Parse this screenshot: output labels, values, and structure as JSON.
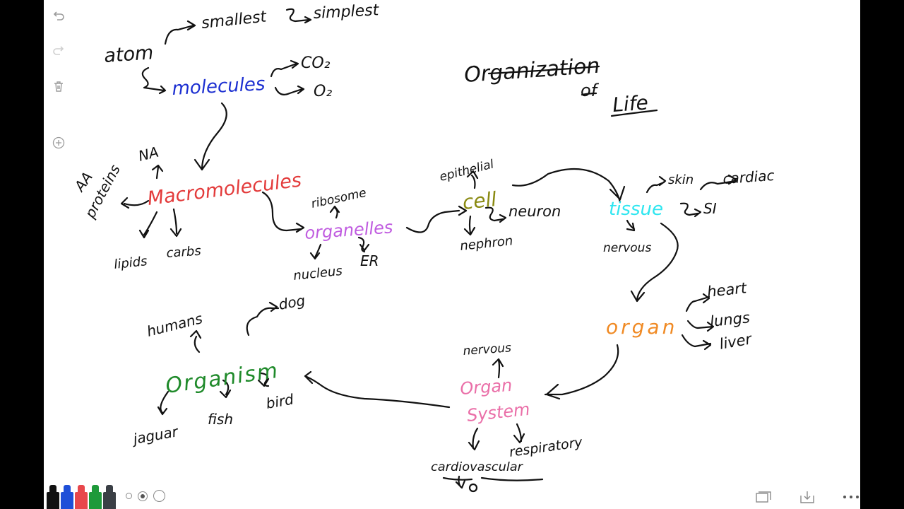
{
  "toolbar": {
    "tools": [
      {
        "name": "undo-icon"
      },
      {
        "name": "redo-icon"
      },
      {
        "name": "trash-icon"
      },
      {
        "name": "add-page-icon"
      }
    ],
    "pens": [
      {
        "name": "black-marker",
        "color": "#111111"
      },
      {
        "name": "blue-marker",
        "color": "#1f4fd8"
      },
      {
        "name": "red-marker",
        "color": "#e8474b"
      },
      {
        "name": "green-marker",
        "color": "#1e9a3a"
      },
      {
        "name": "eraser",
        "color": "#3a3f45"
      }
    ],
    "sizes": [
      "small",
      "medium",
      "large"
    ],
    "selected_size": "medium",
    "right_tools": [
      {
        "name": "pages-icon"
      },
      {
        "name": "export-icon"
      },
      {
        "name": "more-icon"
      }
    ]
  },
  "notes": {
    "title": [
      "Organization",
      "of",
      "Life"
    ],
    "atom": "atom",
    "smallest": "smallest",
    "simplest": "simplest",
    "molecules": "molecules",
    "co2": "CO₂",
    "o2": "O₂",
    "macromolecules": "Macromolecules",
    "aa": "AA",
    "proteins": "proteins",
    "na": "NA",
    "lipids": "lipids",
    "carbs": "carbs",
    "organelles": "organelles",
    "ribosome": "ribosome",
    "nucleus": "nucleus",
    "er": "ER",
    "cell": "cell",
    "epithelial": "epithelial",
    "neuron": "neuron",
    "nephron": "nephron",
    "tissue": "tissue",
    "skin": "skin",
    "cardiac": "cardiac",
    "si": "SI",
    "nervous_tissue": "nervous",
    "organ": "organ",
    "heart": "heart",
    "lungs": "lungs",
    "liver": "liver",
    "organ_system_1": "Organ",
    "organ_system_2": "System",
    "nervous_system": "nervous",
    "cardiovascular": "cardiovascular",
    "respiratory": "respiratory",
    "organism": "Organism",
    "humans": "humans",
    "dog": "dog",
    "jaguar": "jaguar",
    "fish": "fish",
    "bird": "bird"
  },
  "colors": {
    "ink": "#111111",
    "molecules": "#1c2fd1",
    "macromolecules": "#e33b3b",
    "organelles": "#c05ce0",
    "cell": "#8a8a12",
    "tissue": "#2ee6f0",
    "organ": "#f08a24",
    "organ_system": "#ea6fa8",
    "organism": "#1f8a2a"
  }
}
